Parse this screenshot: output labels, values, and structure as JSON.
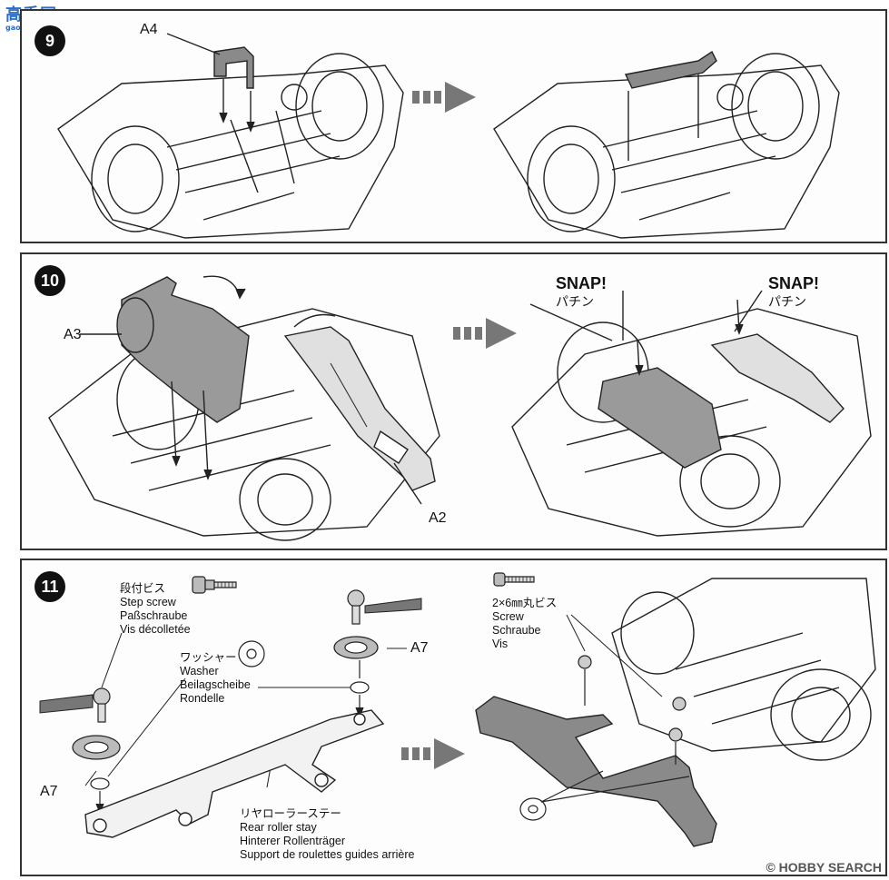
{
  "watermark_top": {
    "main": "高手网",
    "sub": "gao-shou.com"
  },
  "watermark_bottom": "© HOBBY SEARCH",
  "step9": {
    "number": "9",
    "part_label": "A4"
  },
  "step10": {
    "number": "10",
    "label_a3": "A3",
    "label_a2": "A2",
    "snap_left": {
      "en": "SNAP!",
      "jp": "パチン"
    },
    "snap_right": {
      "en": "SNAP!",
      "jp": "パチン"
    }
  },
  "step11": {
    "number": "11",
    "step_screw": [
      "段付ビス",
      "Step screw",
      "Paßschraube",
      "Vis décolletée"
    ],
    "washer": [
      "ワッシャー",
      "Washer",
      "Beilagscheibe",
      "Rondelle"
    ],
    "label_a7_top": "A7",
    "label_a7_left": "A7",
    "rear_stay": [
      "リヤローラーステー",
      "Rear roller stay",
      "Hinterer Rollenträger",
      "Support de roulettes guides arrière"
    ],
    "screw": [
      "2×6㎜丸ビス",
      "Screw",
      "Schraube",
      "Vis"
    ]
  },
  "colors": {
    "panel_border": "#333333",
    "badge": "#111111",
    "watermark_blue": "#2a6ec9",
    "part_gray": "#8a8a8a"
  }
}
